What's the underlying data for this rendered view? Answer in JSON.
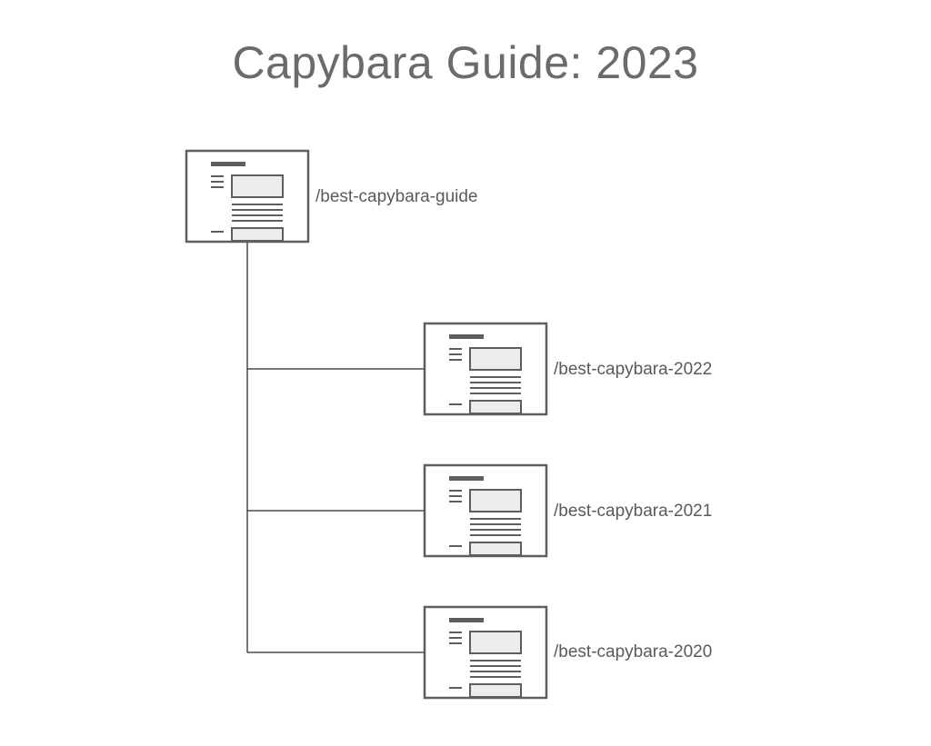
{
  "title": "Capybara Guide: 2023",
  "colors": {
    "stroke": "#5e5e5e",
    "connector": "#4a4a4a",
    "placeholder_fill": "#ececec",
    "text": "#5a5a5a"
  },
  "root": {
    "label": "/best-capybara-guide",
    "icon": "web-page-icon"
  },
  "children": [
    {
      "label": "/best-capybara-2022",
      "icon": "web-page-icon"
    },
    {
      "label": "/best-capybara-2021",
      "icon": "web-page-icon"
    },
    {
      "label": "/best-capybara-2020",
      "icon": "web-page-icon"
    }
  ]
}
